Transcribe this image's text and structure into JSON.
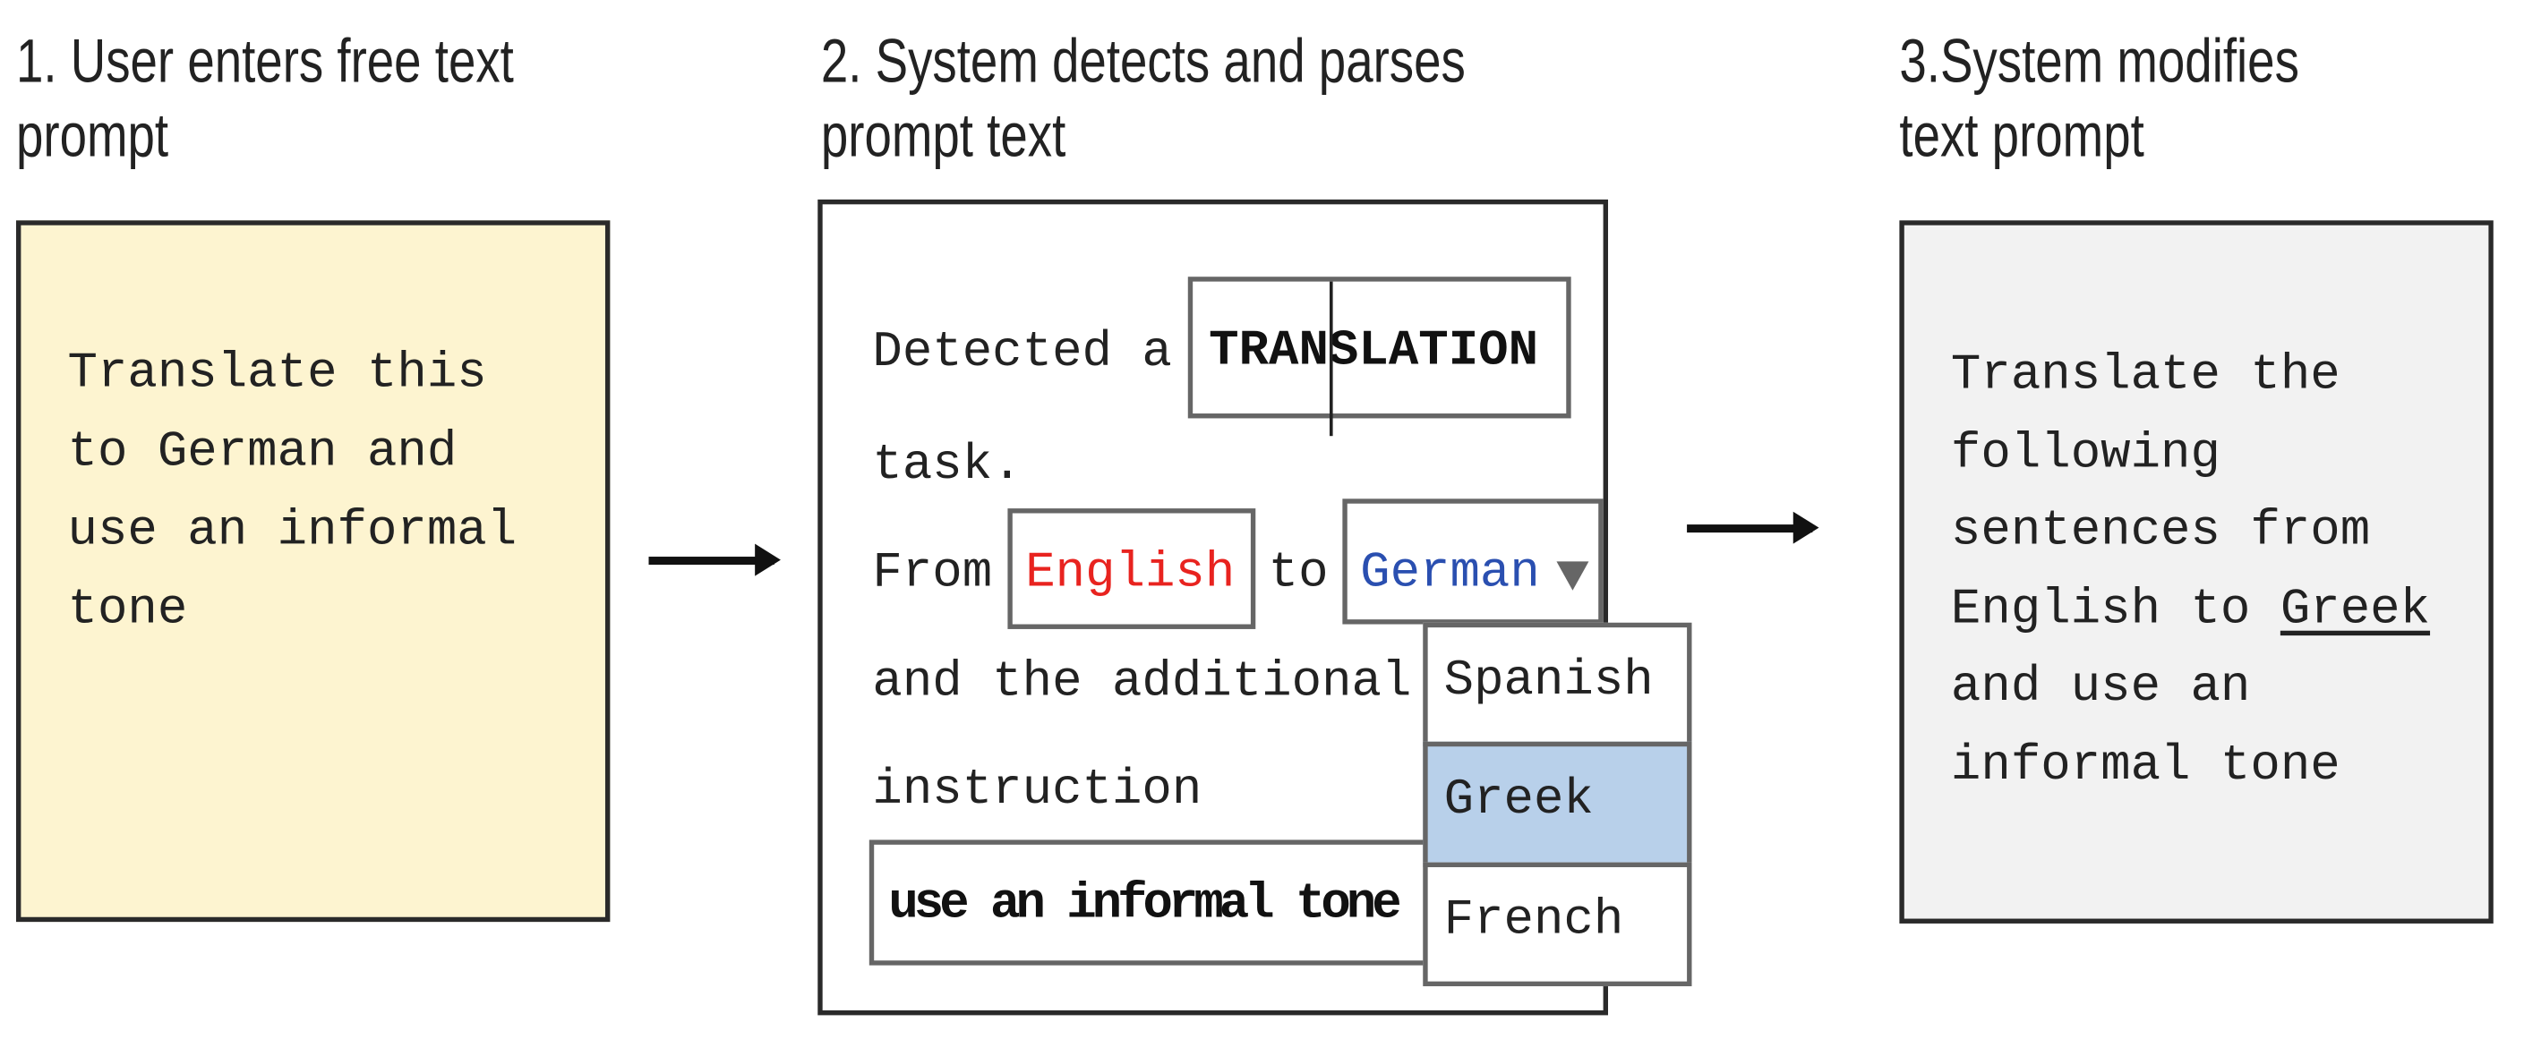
{
  "steps": [
    {
      "heading_line1": "1. User enters free text",
      "heading_line2": "prompt",
      "prompt_lines": [
        "Translate this",
        "to German and",
        "use an informal",
        "tone"
      ]
    },
    {
      "heading_line1": "2. System detects and parses",
      "heading_line2": "prompt text",
      "detected_prefix": "Detected a",
      "task_type": "TRANSLATION",
      "task_suffix": "task.",
      "from_label": "From",
      "source_language": "English",
      "to_label": "to",
      "target_language": "German",
      "instruction_line1": "and the additional",
      "instruction_line2": "instruction",
      "instruction_value": "use an informal tone",
      "language_options": [
        "Spanish",
        "Greek",
        "French"
      ],
      "highlighted_option": "Greek"
    },
    {
      "heading_line1": "3.System modifies",
      "heading_line2": "text prompt",
      "prompt_lines": [
        "Translate the",
        "following",
        "sentences from",
        "English to"
      ],
      "target_language": "Greek",
      "prompt_tail": [
        "and use an",
        "informal tone"
      ]
    }
  ],
  "colors": {
    "step1_bg": "#fdf4d0",
    "step3_bg": "#f2f2f2",
    "source_language": "#e8231f",
    "target_language": "#2a4fb0",
    "highlight": "#b8d0ea"
  },
  "icons": {
    "dropdown": "triangle-down-icon",
    "flow": "arrow-right-icon"
  }
}
